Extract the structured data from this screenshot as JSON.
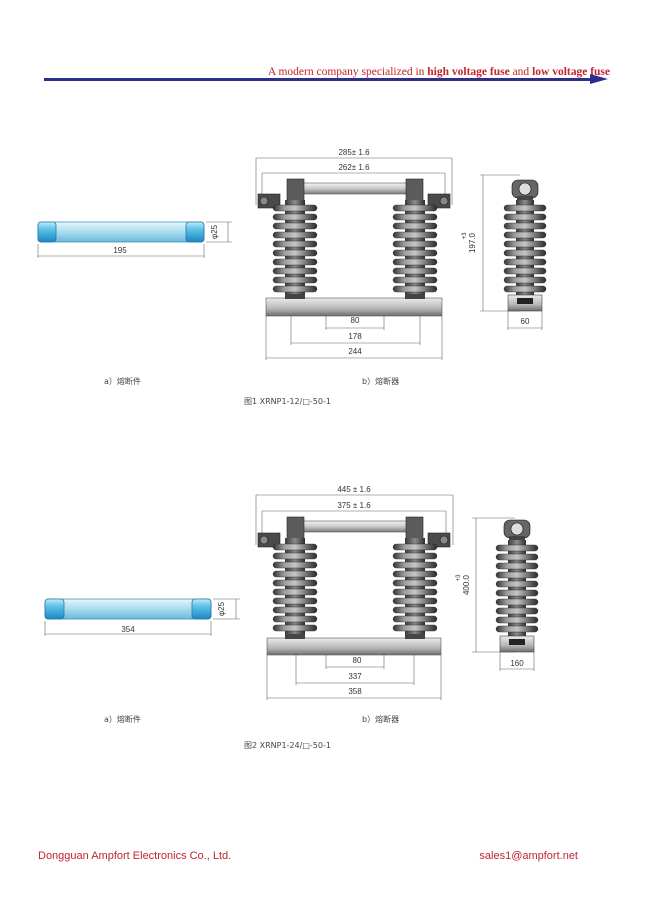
{
  "header": {
    "prefix": "A modern company specialized in ",
    "hv": "high voltage fuse",
    "and": " and ",
    "lv": "low voltage fuse",
    "colors": {
      "text": "#c0262d",
      "rule": "#2a2f8a"
    }
  },
  "figure1": {
    "fuse_diameter": "φ25",
    "fuse_length": "195",
    "overall_outer": "285± 1.6",
    "overall_inner": "262± 1.6",
    "base_inner": "80",
    "base_mid": "178",
    "base_outer": "244",
    "height": "197.0",
    "height_tol": "+3",
    "side_width": "60",
    "label_a": "a）熔断件",
    "label_b": "b）熔断器",
    "caption": "图1 XRNP1-12/□-50-1"
  },
  "figure2": {
    "fuse_diameter": "φ25",
    "fuse_length": "354",
    "overall_outer": "445 ± 1.6",
    "overall_inner": "375 ± 1.6",
    "base_inner": "80",
    "base_mid": "337",
    "base_outer": "358",
    "height": "400.0",
    "height_tol": "+3",
    "side_width": "160",
    "label_a": "a）熔断件",
    "label_b": "b）熔断器",
    "caption": "图2 XRNP1-24/□-50-1"
  },
  "footer": {
    "company": "Dongguan Ampfort Electronics Co., Ltd.",
    "email": "sales1@ampfort.net"
  }
}
